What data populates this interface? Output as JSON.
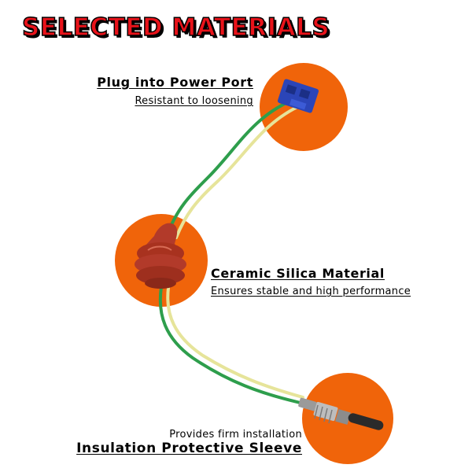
{
  "title": "SELECTED MATERIALS",
  "colors": {
    "title_red": "#e8131a",
    "accent_orange": "#f0640a",
    "wire_green": "#2e9e4c",
    "wire_yellow": "#e6e49a",
    "connector_blue": "#2b45b8",
    "boot_red": "#b23a2a"
  },
  "features": [
    {
      "heading": "Plug into Power Port",
      "subtext": "Resistant to loosening",
      "icon": "blue-connector-plug"
    },
    {
      "heading": "Ceramic Silica Material",
      "subtext": "Ensures stable and high performance",
      "icon": "rubber-boot-seal"
    },
    {
      "heading": "Insulation Protective Sleeve",
      "subtext": "Provides firm installation",
      "icon": "glow-pin-probe"
    }
  ]
}
